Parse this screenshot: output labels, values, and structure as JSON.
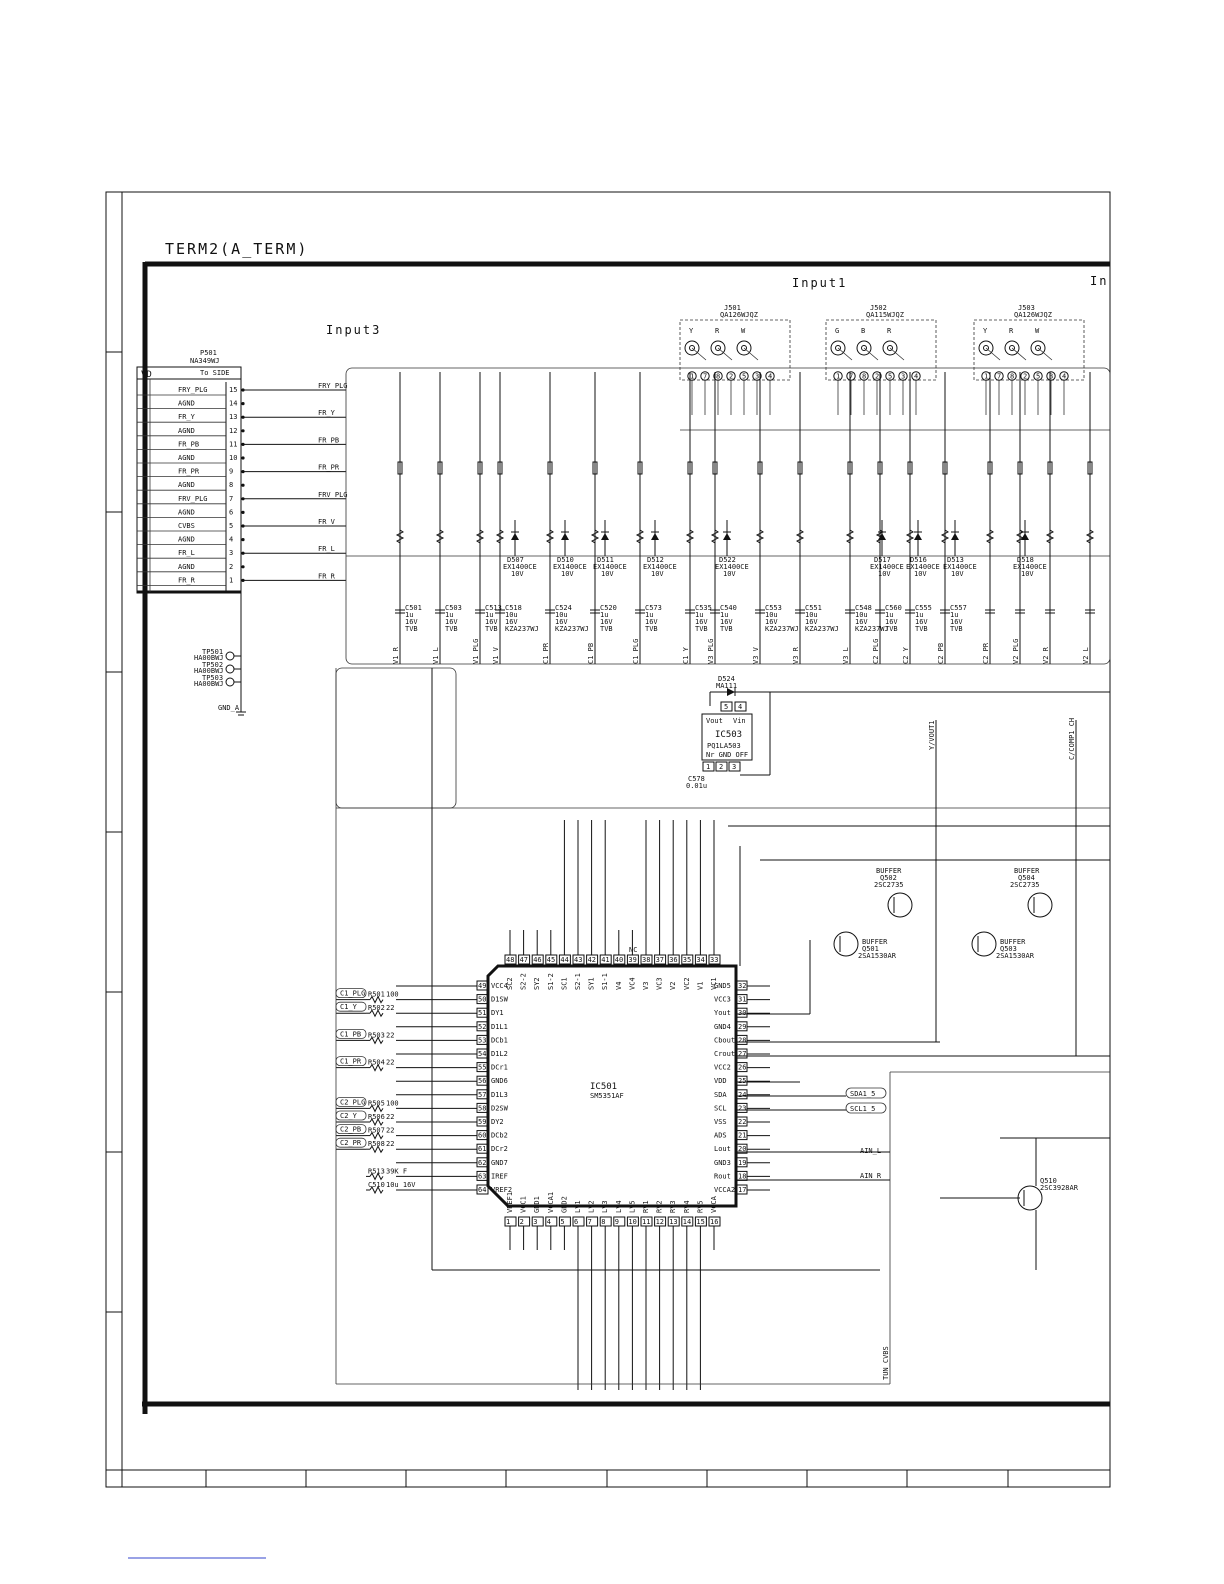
{
  "title": "TERM2(A_TERM)",
  "sections": {
    "input1": "Input1",
    "input3": "Input3",
    "input_cut": "In"
  },
  "connector": {
    "ref": "P501",
    "part": "NA349WJ",
    "tag": "VD",
    "dest": "To SIDE",
    "pins": [
      {
        "num": "15",
        "name": "FRY_PLG",
        "net": "FRY_PLG"
      },
      {
        "num": "14",
        "name": "AGND",
        "net": ""
      },
      {
        "num": "13",
        "name": "FR_Y",
        "net": "FR_Y"
      },
      {
        "num": "12",
        "name": "AGND",
        "net": ""
      },
      {
        "num": "11",
        "name": "FR_PB",
        "net": "FR_PB"
      },
      {
        "num": "10",
        "name": "AGND",
        "net": ""
      },
      {
        "num": "9",
        "name": "FR_PR",
        "net": "FR_PR"
      },
      {
        "num": "8",
        "name": "AGND",
        "net": ""
      },
      {
        "num": "7",
        "name": "FRV_PLG",
        "net": "FRV_PLG"
      },
      {
        "num": "6",
        "name": "AGND",
        "net": ""
      },
      {
        "num": "5",
        "name": "CVBS",
        "net": "FR_V"
      },
      {
        "num": "4",
        "name": "AGND",
        "net": ""
      },
      {
        "num": "3",
        "name": "FR_L",
        "net": "FR_L"
      },
      {
        "num": "2",
        "name": "AGND",
        "net": ""
      },
      {
        "num": "1",
        "name": "FR_R",
        "net": "FR_R"
      }
    ]
  },
  "testpoints": [
    {
      "ref": "TP501",
      "part": "HA00BWJ"
    },
    {
      "ref": "TP502",
      "part": "HA00BWJ"
    },
    {
      "ref": "TP503",
      "part": "HA00BWJ"
    }
  ],
  "ground_label": "GND_A",
  "jacks": [
    {
      "ref": "J501",
      "part": "QA126WJQZ",
      "pins": [
        "Y",
        "R",
        "W"
      ]
    },
    {
      "ref": "J502",
      "part": "QA115WJQZ",
      "pins": [
        "G",
        "B",
        "R"
      ]
    },
    {
      "ref": "J503",
      "part": "QA126WJQZ",
      "pins": [
        "Y",
        "R",
        "W"
      ]
    }
  ],
  "jack_pins": [
    "1",
    "7",
    "8",
    "2",
    "5",
    "3",
    "4"
  ],
  "regulator": {
    "ref": "IC503",
    "part": "PQ1LA503",
    "vout": "Vout",
    "vin": "Vin",
    "bottom": "Nr GND OFF",
    "pins": [
      "5",
      "4",
      "1",
      "2",
      "3"
    ],
    "diode_ref": "D524",
    "diode_part": "MA111",
    "cap": "C578",
    "cap_val": "0.01u"
  },
  "main_ic": {
    "ref": "IC501",
    "part": "SM5351AF",
    "left_pins": [
      {
        "num": "49",
        "name": "VCC4",
        "net": ""
      },
      {
        "num": "50",
        "name": "D1SW",
        "net": "C1_PLG",
        "res": "R501",
        "val": "100"
      },
      {
        "num": "51",
        "name": "DY1",
        "net": "C1_Y",
        "res": "R502",
        "val": "22"
      },
      {
        "num": "52",
        "name": "D1L1",
        "net": ""
      },
      {
        "num": "53",
        "name": "DCb1",
        "net": "C1_PB",
        "res": "R503",
        "val": "22"
      },
      {
        "num": "54",
        "name": "D1L2",
        "net": ""
      },
      {
        "num": "55",
        "name": "DCr1",
        "net": "C1_PR",
        "res": "R504",
        "val": "22"
      },
      {
        "num": "56",
        "name": "GND6",
        "net": ""
      },
      {
        "num": "57",
        "name": "D1L3",
        "net": ""
      },
      {
        "num": "58",
        "name": "D2SW",
        "net": "C2_PLG",
        "res": "R505",
        "val": "100"
      },
      {
        "num": "59",
        "name": "DY2",
        "net": "C2_Y",
        "res": "R506",
        "val": "22"
      },
      {
        "num": "60",
        "name": "DCb2",
        "net": "C2_PB",
        "res": "R507",
        "val": "22"
      },
      {
        "num": "61",
        "name": "DCr2",
        "net": "C2_PR",
        "res": "R508",
        "val": "22"
      },
      {
        "num": "62",
        "name": "GND7",
        "net": ""
      },
      {
        "num": "63",
        "name": "IREF",
        "net": "",
        "res": "R513",
        "val": "39K F"
      },
      {
        "num": "64",
        "name": "VREF2",
        "net": "",
        "res": "C510",
        "val": "10u 16V"
      }
    ],
    "right_pins": [
      {
        "num": "32",
        "name": "GND5"
      },
      {
        "num": "31",
        "name": "VCC3"
      },
      {
        "num": "30",
        "name": "Yout"
      },
      {
        "num": "29",
        "name": "GND4"
      },
      {
        "num": "28",
        "name": "Cbout"
      },
      {
        "num": "27",
        "name": "Crout"
      },
      {
        "num": "26",
        "name": "VCC2"
      },
      {
        "num": "25",
        "name": "VDD"
      },
      {
        "num": "24",
        "name": "SDA"
      },
      {
        "num": "23",
        "name": "SCL"
      },
      {
        "num": "22",
        "name": "VSS"
      },
      {
        "num": "21",
        "name": "ADS"
      },
      {
        "num": "20",
        "name": "Lout"
      },
      {
        "num": "19",
        "name": "GND3"
      },
      {
        "num": "18",
        "name": "Rout"
      },
      {
        "num": "17",
        "name": "VCCA2"
      }
    ],
    "top_pins": [
      {
        "num": "48",
        "name": "SC2"
      },
      {
        "num": "47",
        "name": "S2-2"
      },
      {
        "num": "46",
        "name": "SY2"
      },
      {
        "num": "45",
        "name": "S1-2"
      },
      {
        "num": "44",
        "name": "SC1"
      },
      {
        "num": "43",
        "name": "S2-1"
      },
      {
        "num": "42",
        "name": "SY1"
      },
      {
        "num": "41",
        "name": "S1-1"
      },
      {
        "num": "40",
        "name": "V4"
      },
      {
        "num": "39",
        "name": "VC4"
      },
      {
        "num": "38",
        "name": "V3"
      },
      {
        "num": "37",
        "name": "VC3"
      },
      {
        "num": "36",
        "name": "V2"
      },
      {
        "num": "35",
        "name": "VC2"
      },
      {
        "num": "34",
        "name": "V1"
      },
      {
        "num": "33",
        "name": "VC1"
      }
    ],
    "bottom_pins": [
      {
        "num": "1",
        "name": "VREF1"
      },
      {
        "num": "2",
        "name": "VCC1"
      },
      {
        "num": "3",
        "name": "GND1"
      },
      {
        "num": "4",
        "name": "VCCA1"
      },
      {
        "num": "5",
        "name": "GND2"
      },
      {
        "num": "6",
        "name": "LV1"
      },
      {
        "num": "7",
        "name": "LV2"
      },
      {
        "num": "8",
        "name": "LV3"
      },
      {
        "num": "9",
        "name": "LV4"
      },
      {
        "num": "10",
        "name": "LV5"
      },
      {
        "num": "11",
        "name": "RV1"
      },
      {
        "num": "12",
        "name": "RV2"
      },
      {
        "num": "13",
        "name": "RV3"
      },
      {
        "num": "14",
        "name": "RV4"
      },
      {
        "num": "15",
        "name": "RV5"
      },
      {
        "num": "16",
        "name": "VCCA"
      }
    ],
    "nc_label": "NC"
  },
  "io_nets": {
    "sda1": "SDA1_5",
    "scl1": "SCL1_5",
    "ain_l": "AIN_L",
    "ain_r": "AIN_R",
    "tun_cvbs": "TUN_CVBS",
    "yvout": "Y/VOUT1",
    "ccomp": "C/COMP1_CH"
  },
  "buffers": [
    {
      "label": "BUFFER",
      "ref": "Q502",
      "part": "2SC2735"
    },
    {
      "label": "BUFFER",
      "ref": "Q501",
      "part": "2SA1530AR"
    },
    {
      "label": "BUFFER",
      "ref": "Q504",
      "part": "2SC2735"
    },
    {
      "label": "BUFFER",
      "ref": "Q503",
      "part": "2SA1530AR"
    }
  ],
  "q510": {
    "ref": "Q510",
    "part": "2SC3928AR"
  },
  "diode_zeners": [
    {
      "ref": "D507",
      "part": "EX1400CE",
      "v": "10V"
    },
    {
      "ref": "D510",
      "part": "EX1400CE",
      "v": "10V"
    },
    {
      "ref": "D511",
      "part": "EX1400CE",
      "v": "10V"
    },
    {
      "ref": "D512",
      "part": "EX1400CE",
      "v": "10V"
    },
    {
      "ref": "D522",
      "part": "EX1400CE",
      "v": "10V"
    },
    {
      "ref": "D517",
      "part": "EX1400CE",
      "v": "10V"
    },
    {
      "ref": "D516",
      "part": "EX1400CE",
      "v": "10V"
    },
    {
      "ref": "D513",
      "part": "EX1400CE",
      "v": "10V"
    },
    {
      "ref": "D518",
      "part": "EX1400CE",
      "v": "10V"
    }
  ],
  "caps_top": [
    {
      "ref": "C501",
      "v1": "1u",
      "v2": "16V",
      "v3": "TVB"
    },
    {
      "ref": "C503",
      "v1": "1u",
      "v2": "16V",
      "v3": "TVB"
    },
    {
      "ref": "C513",
      "v1": "1u",
      "v2": "16V",
      "v3": "TVB"
    },
    {
      "ref": "C518",
      "v1": "10u",
      "v2": "16V",
      "v3": "KZA237WJ"
    },
    {
      "ref": "C524",
      "v1": "10u",
      "v2": "16V",
      "v3": "KZA237WJ"
    },
    {
      "ref": "C520",
      "v1": "1u",
      "v2": "16V",
      "v3": "TVB"
    },
    {
      "ref": "C573",
      "v1": "1u",
      "v2": "16V",
      "v3": "TVB"
    },
    {
      "ref": "C535",
      "v1": "1u",
      "v2": "16V",
      "v3": "TVB"
    },
    {
      "ref": "C540",
      "v1": "1u",
      "v2": "16V",
      "v3": "TVB"
    },
    {
      "ref": "C553",
      "v1": "10u",
      "v2": "16V",
      "v3": "KZA237WJ"
    },
    {
      "ref": "C551",
      "v1": "10u",
      "v2": "16V",
      "v3": "KZA237WJ"
    },
    {
      "ref": "C548",
      "v1": "10u",
      "v2": "16V",
      "v3": "KZA237WJ"
    },
    {
      "ref": "C560",
      "v1": "1u",
      "v2": "16V",
      "v3": "TVB"
    },
    {
      "ref": "C555",
      "v1": "1u",
      "v2": "16V",
      "v3": "TVB"
    },
    {
      "ref": "C557",
      "v1": "1u",
      "v2": "16V",
      "v3": "TVB"
    }
  ],
  "nets_bottom": [
    "V1_R",
    "V1_L",
    "V1_PLG",
    "V1_V",
    "C1_PR",
    "C1_PB",
    "C1_PLG",
    "C1_Y",
    "V3_PLG",
    "V3_V",
    "V3_R",
    "V3_L",
    "C2_PLG",
    "C2_Y",
    "C2_PB",
    "C2_PR",
    "V2_PLG",
    "V2_R",
    "V2_L"
  ],
  "frame_cols": [
    "",
    "",
    "",
    "",
    "",
    "",
    "",
    "",
    "",
    "",
    ""
  ]
}
